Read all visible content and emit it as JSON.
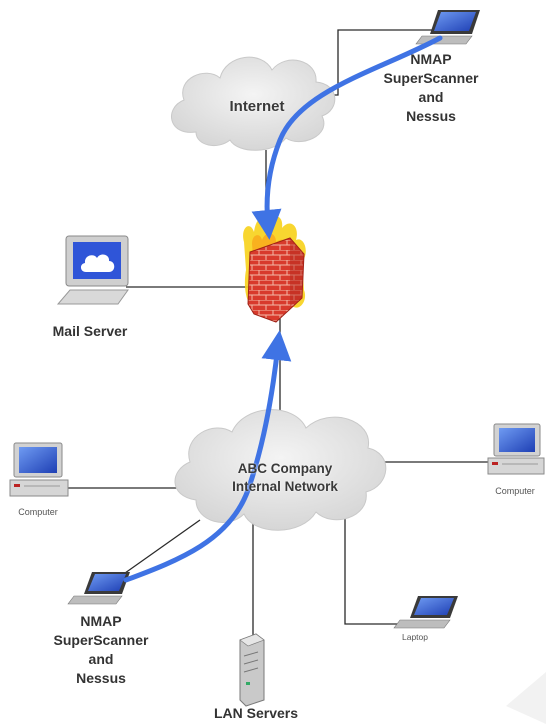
{
  "nodes": {
    "internet": "Internet",
    "scanner_top": [
      "NMAP",
      "SuperScanner",
      "and",
      "Nessus"
    ],
    "mail_server": "Mail Server",
    "internal_network": [
      "ABC Company",
      "Internal Network"
    ],
    "computer_left": "Computer",
    "computer_right": "Computer",
    "laptop": "Laptop",
    "scanner_bottom": [
      "NMAP",
      "SuperScanner",
      "and",
      "Nessus"
    ],
    "lan_servers": "LAN Servers"
  },
  "icons": {
    "cloud": "cloud-icon",
    "laptop": "laptop-icon",
    "firewall": "firewall-icon",
    "monitor": "monitor-icon",
    "computer": "computer-icon",
    "server": "server-tower-icon"
  },
  "colors": {
    "arrow": "#3f73e4",
    "cloud": "#e4e4e4",
    "firewall_brick": "#d83a2c",
    "flame": "#f7d21a",
    "screen": "#2f55d8",
    "line": "#2a2a2a"
  }
}
